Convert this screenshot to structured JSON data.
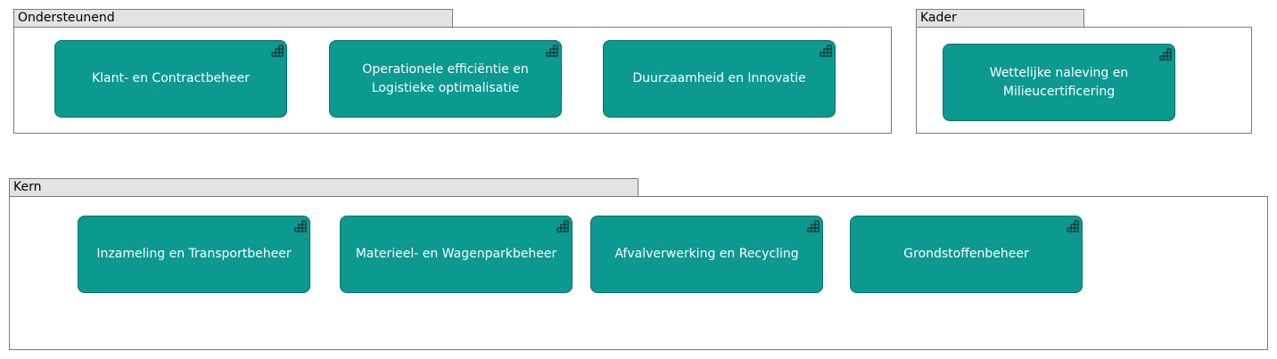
{
  "groups": {
    "ondersteunend": {
      "label": "Ondersteunend",
      "capabilities": [
        "Klant- en Contractbeheer",
        "Operationele efficiëntie en Logistieke optimalisatie",
        "Duurzaamheid en Innovatie"
      ]
    },
    "kader": {
      "label": "Kader",
      "capabilities": [
        "Wettelijke naleving en Milieucertificering"
      ]
    },
    "kern": {
      "label": "Kern",
      "capabilities": [
        "Inzameling en Transportbeheer",
        "Materieel- en Wagenparkbeheer",
        "Afvalverwerking en Recycling",
        "Grondstoffenbeheer"
      ]
    }
  },
  "colors": {
    "capability_fill": "#0b9990",
    "capability_border": "#0a6f68",
    "group_tab_fill": "#e3e3e3",
    "group_border": "#7a7a7a"
  },
  "icons": {
    "capability": "capability-icon"
  }
}
